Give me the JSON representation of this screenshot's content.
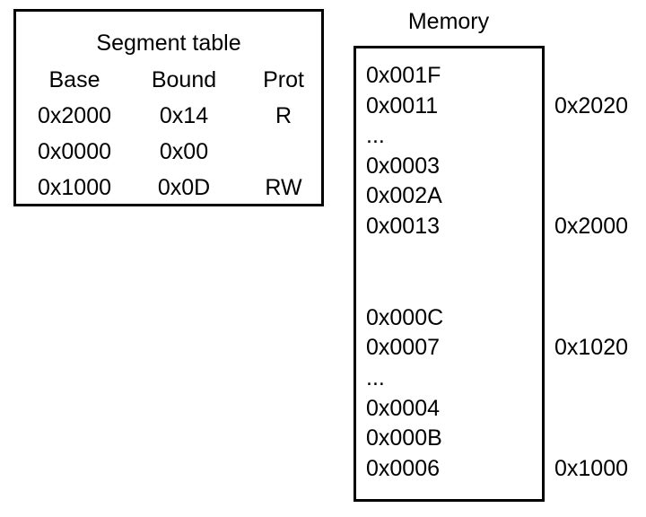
{
  "segment_table": {
    "title": "Segment table",
    "headers": {
      "base": "Base",
      "bound": "Bound",
      "prot": "Prot"
    },
    "rows": [
      {
        "base": "0x2000",
        "bound": "0x14",
        "prot": "R"
      },
      {
        "base": "0x0000",
        "bound": "0x00",
        "prot": ""
      },
      {
        "base": "0x1000",
        "bound": "0x0D",
        "prot": "RW"
      }
    ]
  },
  "memory": {
    "title": "Memory",
    "words": [
      "0x001F",
      "0x0011",
      "...",
      "0x0003",
      "0x002A",
      "0x0013",
      "0x000C",
      "0x0007",
      "...",
      "0x0004",
      "0x000B",
      "0x0006"
    ],
    "addresses": [
      "0x2020",
      "0x2000",
      "0x1020",
      "0x1000"
    ]
  }
}
